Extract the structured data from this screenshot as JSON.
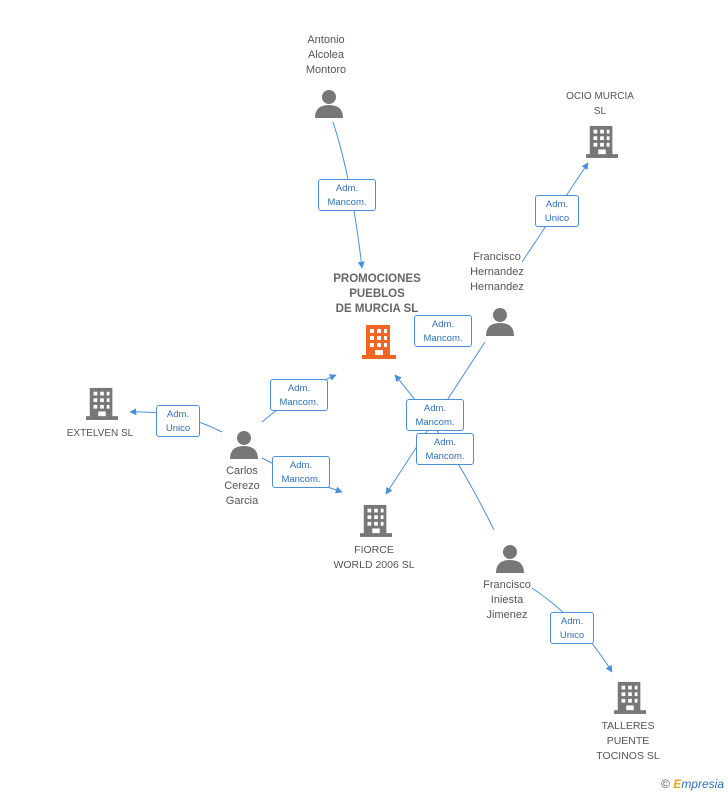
{
  "colors": {
    "edge": "#4a90d9",
    "person": "#777777",
    "company": "#777777",
    "main": "#f26522"
  },
  "nodes": {
    "main": {
      "lines": [
        "PROMOCIONES",
        "PUEBLOS",
        "DE MURCIA SL"
      ]
    },
    "antonio": {
      "lines": [
        "Antonio",
        "Alcolea",
        "Montoro"
      ]
    },
    "ocio": {
      "lines": [
        "OCIO MURCIA",
        "SL"
      ]
    },
    "fhh": {
      "lines": [
        "Francisco",
        "Hernandez",
        "Hernandez"
      ]
    },
    "extelven": {
      "lines": [
        "EXTELVEN SL"
      ]
    },
    "carlos": {
      "lines": [
        "Carlos",
        "Cerezo",
        "Garcia"
      ]
    },
    "fiorce": {
      "lines": [
        "FIORCE",
        "WORLD 2006 SL"
      ]
    },
    "fij": {
      "lines": [
        "Francisco",
        "Iniesta",
        "Jimenez"
      ]
    },
    "talleres": {
      "lines": [
        "TALLERES",
        "PUENTE",
        "TOCINOS SL"
      ]
    }
  },
  "relations": [
    {
      "lines": [
        "Adm.",
        "Mancom."
      ]
    },
    {
      "lines": [
        "Adm.",
        "Unico"
      ]
    },
    {
      "lines": [
        "Adm.",
        "Mancom."
      ]
    },
    {
      "lines": [
        "Adm.",
        "Unico"
      ]
    },
    {
      "lines": [
        "Adm.",
        "Mancom."
      ]
    },
    {
      "lines": [
        "Adm.",
        "Mancom."
      ]
    },
    {
      "lines": [
        "Adm.",
        "Mancom."
      ]
    },
    {
      "lines": [
        "Adm.",
        "Mancom."
      ]
    },
    {
      "lines": [
        "Adm.",
        "Unico"
      ]
    }
  ],
  "footer": {
    "copyright": "©",
    "brand_e": "E",
    "brand_rest": "mpresia"
  }
}
